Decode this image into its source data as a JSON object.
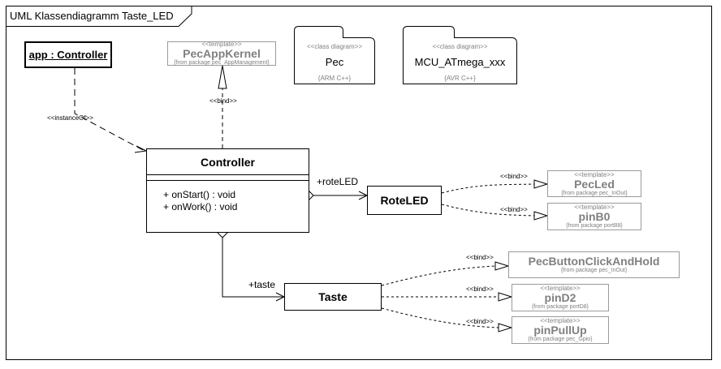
{
  "frame": {
    "title": "UML Klassendiagramm Taste_LED"
  },
  "objects": {
    "app": {
      "name": "app : Controller"
    }
  },
  "packages": {
    "pec": {
      "stereotype": "<<class diagram>>",
      "name": "Pec",
      "note": "{ARM C++}"
    },
    "mcu": {
      "stereotype": "<<class diagram>>",
      "name": "MCU_ATmega_xxx",
      "note": "{AVR C++}"
    }
  },
  "classes": {
    "controller": {
      "name": "Controller",
      "operations": [
        "+ onStart() : void",
        "+ onWork() : void"
      ]
    },
    "roteled": {
      "name": "RoteLED"
    },
    "taste": {
      "name": "Taste"
    }
  },
  "templates": {
    "pecappkernel": {
      "stereotype": "<<template>>",
      "name": "PecAppKernel",
      "pkg": "{from package pec_AppManagement}"
    },
    "pecled": {
      "stereotype": "<<template>>",
      "name": "PecLed",
      "pkg": "{from package pec_InOut}"
    },
    "pinb0": {
      "stereotype": "<<template>>",
      "name": "pinB0",
      "pkg": "{from package portB8}"
    },
    "pecbutton": {
      "name": "PecButtonClickAndHold",
      "pkg": "{from package pec_InOut}"
    },
    "pind2": {
      "stereotype": "<<template>>",
      "name": "pinD2",
      "pkg": "{from package portD8}"
    },
    "pinpullup": {
      "stereotype": "<<template>>",
      "name": "pinPullUp",
      "pkg": "{from package pec_Gpio}"
    }
  },
  "relations": {
    "instanceof": "<<instanceOf>>",
    "bind": "<<bind>>",
    "role_roteled": "+roteLED",
    "role_taste": "+taste"
  }
}
